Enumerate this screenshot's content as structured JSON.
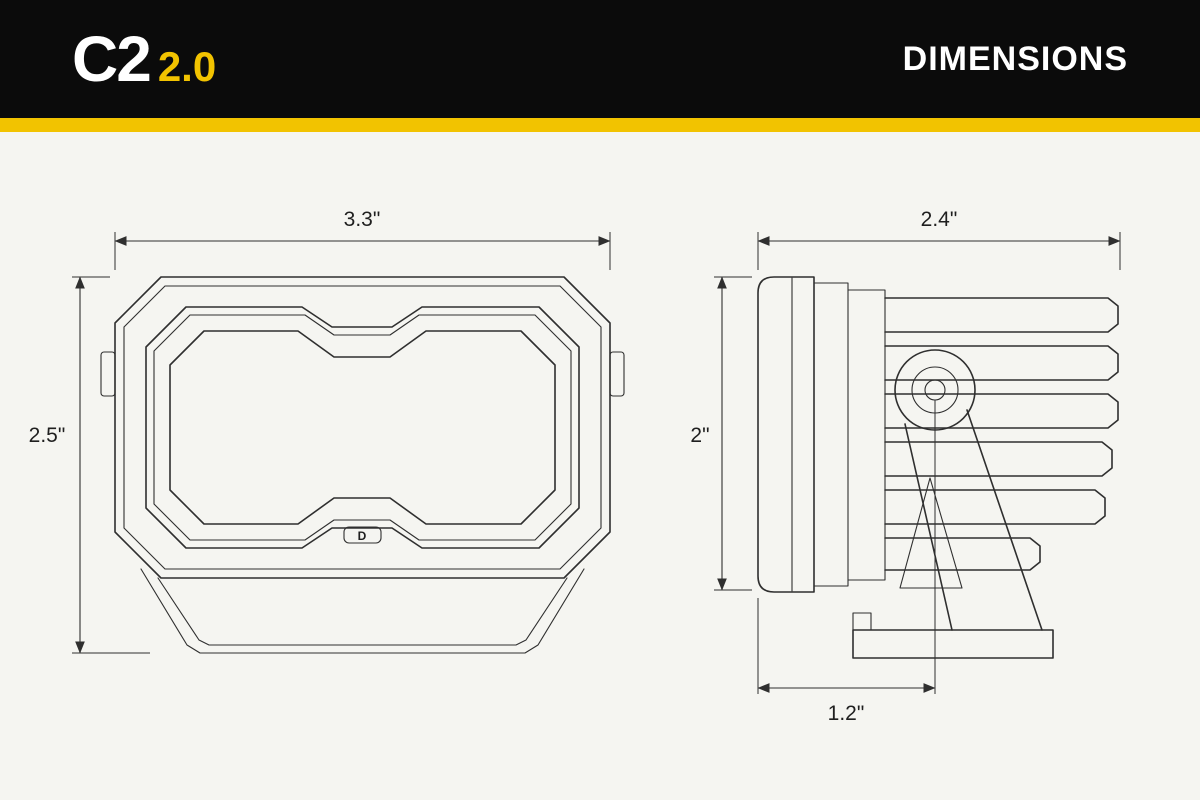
{
  "header": {
    "logo_main": "C2",
    "logo_sub": "2.0",
    "title": "DIMENSIONS"
  },
  "colors": {
    "header_bg": "#0b0b0b",
    "accent_yellow": "#f2c300",
    "line_color": "#2f2f2f",
    "canvas_bg": "#f5f5f1"
  },
  "front_view": {
    "width_label": "3.3\"",
    "height_label": "2.5\"",
    "badge_letter": "D"
  },
  "side_view": {
    "width_label": "2.4\"",
    "height_label": "2\"",
    "bracket_offset_label": "1.2\""
  }
}
